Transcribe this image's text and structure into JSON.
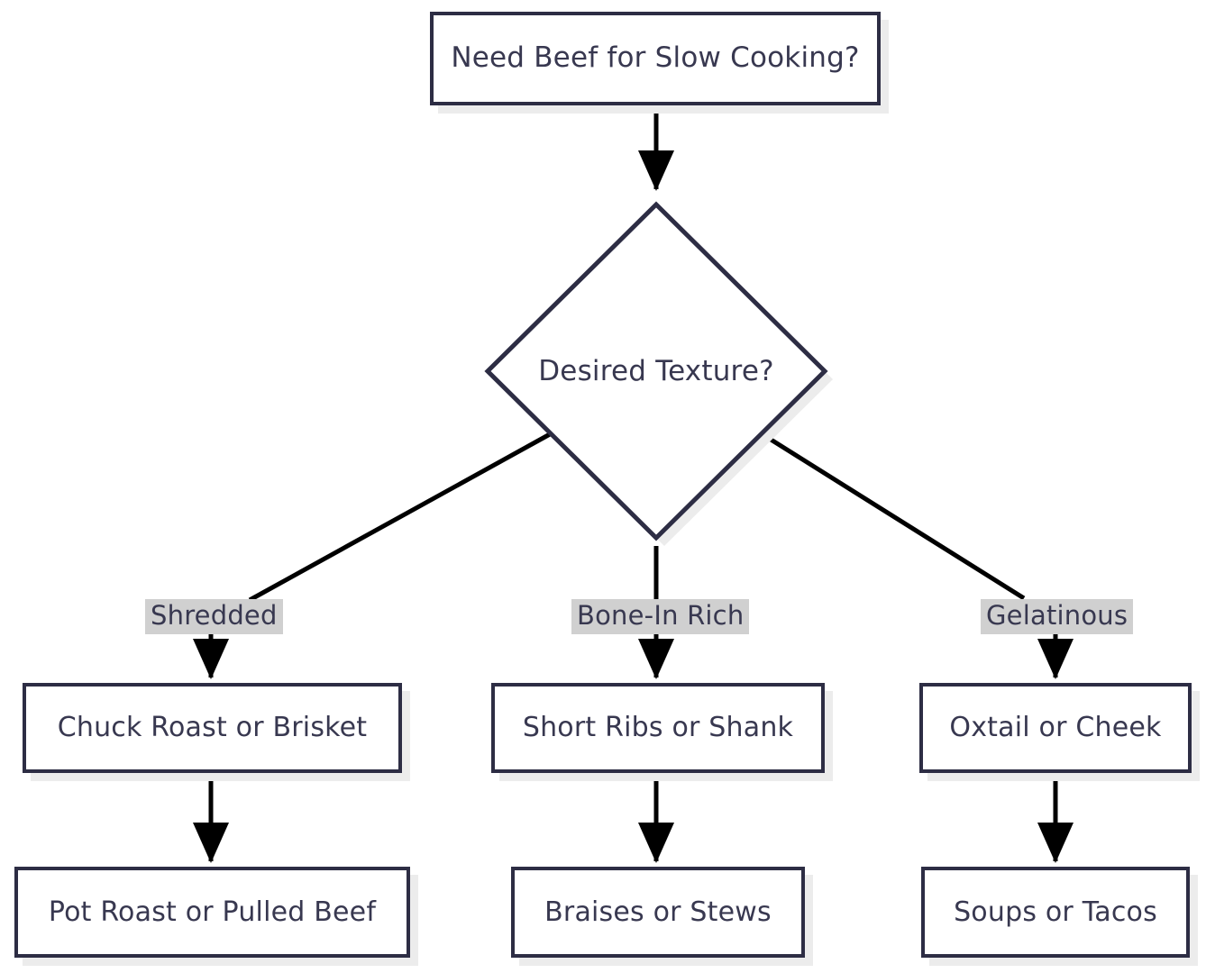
{
  "diagram": {
    "title": "Need Beef for Slow Cooking?",
    "type": "decision-flowchart",
    "colors": {
      "node_border": "#2d2d44",
      "node_fill": "#ffffff",
      "text": "#383850",
      "edge": "#000000",
      "edge_label_bg": "#d0d0d0",
      "shadow": "#ececec",
      "background": "#ffffff"
    }
  },
  "nodes": {
    "start": {
      "id": "start",
      "shape": "rectangle",
      "label": "Need Beef for Slow Cooking?"
    },
    "decision": {
      "id": "decision",
      "shape": "diamond",
      "label": "Desired Texture?"
    },
    "chuck": {
      "id": "chuck",
      "shape": "rectangle",
      "label": "Chuck Roast or Brisket"
    },
    "short_ribs": {
      "id": "short_ribs",
      "shape": "rectangle",
      "label": "Short Ribs or Shank"
    },
    "oxtail": {
      "id": "oxtail",
      "shape": "rectangle",
      "label": "Oxtail or Cheek"
    },
    "pot_roast": {
      "id": "pot_roast",
      "shape": "rectangle",
      "label": "Pot Roast or Pulled Beef"
    },
    "braises": {
      "id": "braises",
      "shape": "rectangle",
      "label": "Braises or Stews"
    },
    "soups": {
      "id": "soups",
      "shape": "rectangle",
      "label": "Soups or Tacos"
    }
  },
  "edge_labels": {
    "shredded": "Shredded",
    "bone_in_rich": "Bone-In Rich",
    "gelatinous": "Gelatinous"
  },
  "edges": [
    {
      "from": "start",
      "to": "decision",
      "label": "",
      "arrow": true
    },
    {
      "from": "decision",
      "to": "shredded_label",
      "label": "Shredded",
      "arrow": false
    },
    {
      "from": "decision",
      "to": "bone_in_label",
      "label": "Bone-In Rich",
      "arrow": false
    },
    {
      "from": "decision",
      "to": "gelatinous_label",
      "label": "Gelatinous",
      "arrow": false
    },
    {
      "from": "shredded_label",
      "to": "chuck",
      "label": "",
      "arrow": true
    },
    {
      "from": "bone_in_label",
      "to": "short_ribs",
      "label": "",
      "arrow": true
    },
    {
      "from": "gelatinous_label",
      "to": "oxtail",
      "label": "",
      "arrow": true
    },
    {
      "from": "chuck",
      "to": "pot_roast",
      "label": "",
      "arrow": true
    },
    {
      "from": "short_ribs",
      "to": "braises",
      "label": "",
      "arrow": true
    },
    {
      "from": "oxtail",
      "to": "soups",
      "label": "",
      "arrow": true
    }
  ]
}
